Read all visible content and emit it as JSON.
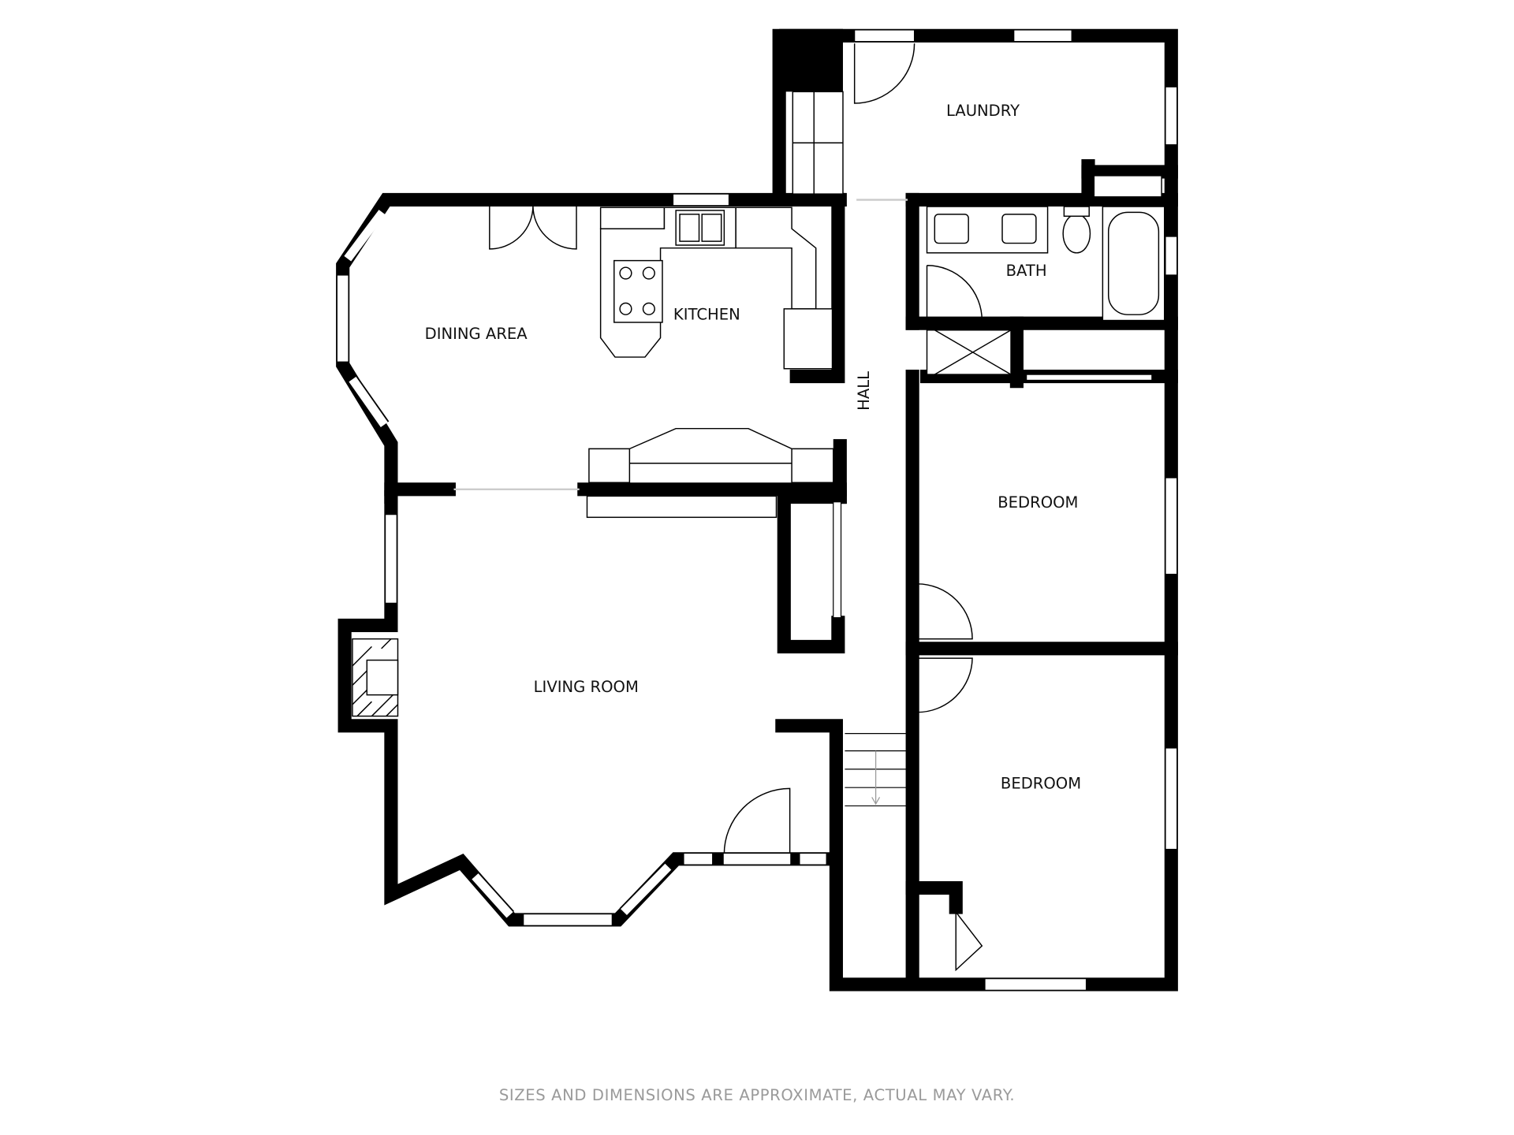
{
  "rooms": {
    "laundry": "LAUNDRY",
    "bath": "BATH",
    "dining": "DINING AREA",
    "kitchen": "KITCHEN",
    "hall": "HALL",
    "bedroom1": "BEDROOM",
    "bedroom2": "BEDROOM",
    "living": "LIVING ROOM"
  },
  "footer": "SIZES AND DIMENSIONS ARE APPROXIMATE, ACTUAL MAY VARY."
}
